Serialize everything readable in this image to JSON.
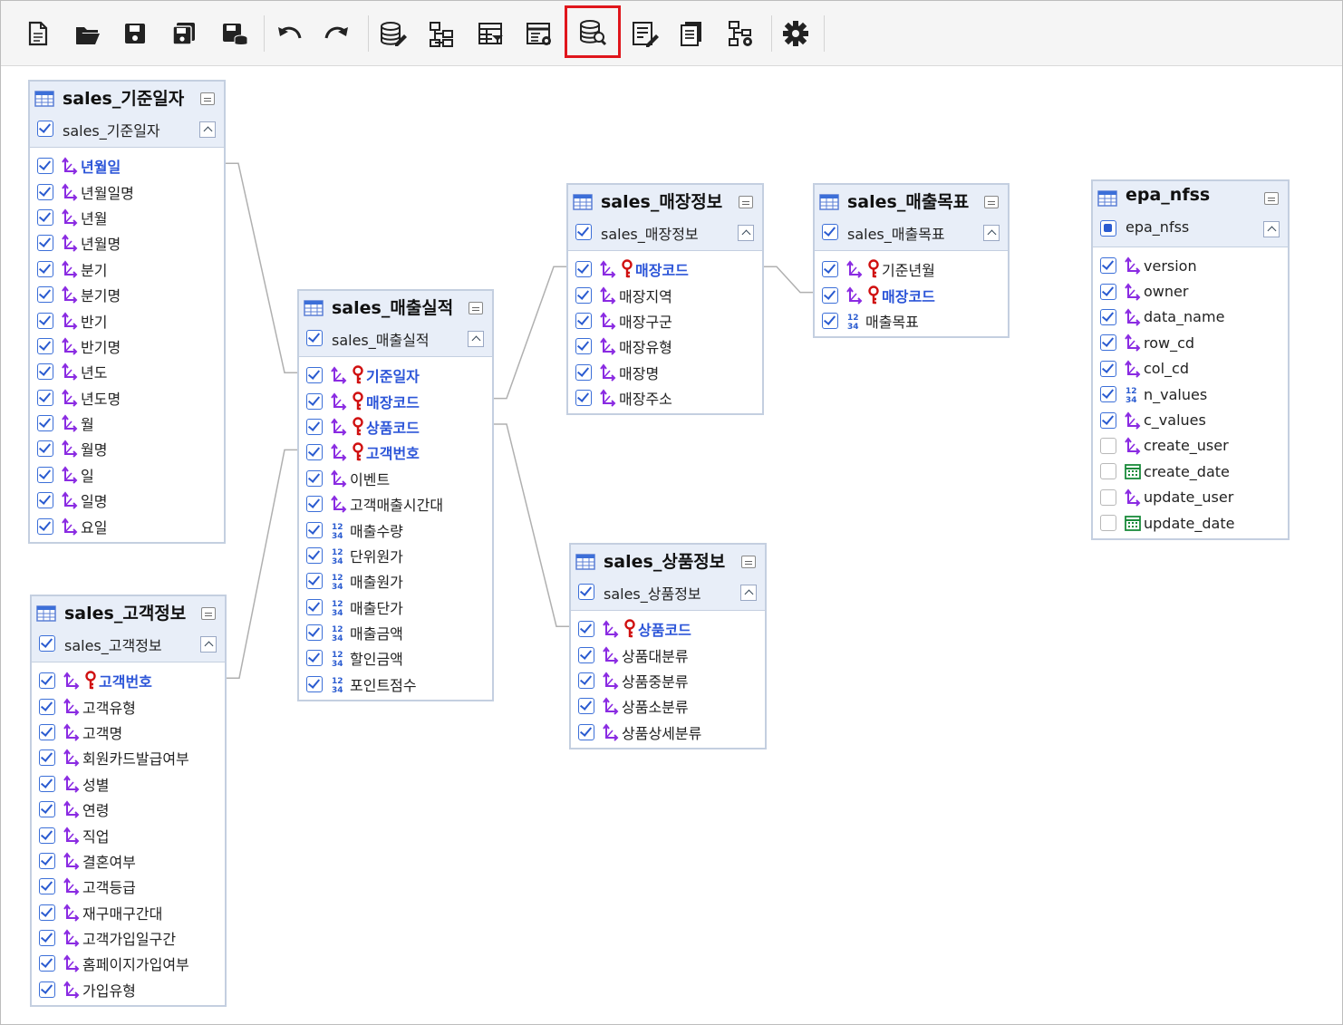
{
  "toolbar": {
    "buttons": [
      {
        "name": "new-document-icon"
      },
      {
        "name": "open-folder-icon"
      },
      {
        "name": "save-icon"
      },
      {
        "name": "save-all-icon"
      },
      {
        "name": "save-database-icon"
      },
      {
        "name": "undo-icon"
      },
      {
        "name": "redo-icon"
      },
      {
        "name": "database-edit-icon"
      },
      {
        "name": "hierarchy-icon"
      },
      {
        "name": "table-filter-icon"
      },
      {
        "name": "table-settings-icon"
      },
      {
        "name": "database-search-icon",
        "active": true
      },
      {
        "name": "sql-edit-icon"
      },
      {
        "name": "document-copy-icon"
      },
      {
        "name": "hierarchy-settings-icon"
      },
      {
        "name": "gear-icon"
      }
    ],
    "highlight_color": "#e0161c"
  },
  "tables": [
    {
      "id": "t1",
      "title": "sales_기준일자",
      "alias": "sales_기준일자",
      "alias_checked": true,
      "columns": [
        {
          "name": "년월일",
          "type": "dim",
          "pk": true,
          "key_icon": false,
          "checked": true
        },
        {
          "name": "년월일명",
          "type": "dim",
          "pk": false,
          "key_icon": false,
          "checked": true
        },
        {
          "name": "년월",
          "type": "dim",
          "pk": false,
          "key_icon": false,
          "checked": true
        },
        {
          "name": "년월명",
          "type": "dim",
          "pk": false,
          "key_icon": false,
          "checked": true
        },
        {
          "name": "분기",
          "type": "dim",
          "pk": false,
          "key_icon": false,
          "checked": true
        },
        {
          "name": "분기명",
          "type": "dim",
          "pk": false,
          "key_icon": false,
          "checked": true
        },
        {
          "name": "반기",
          "type": "dim",
          "pk": false,
          "key_icon": false,
          "checked": true
        },
        {
          "name": "반기명",
          "type": "dim",
          "pk": false,
          "key_icon": false,
          "checked": true
        },
        {
          "name": "년도",
          "type": "dim",
          "pk": false,
          "key_icon": false,
          "checked": true
        },
        {
          "name": "년도명",
          "type": "dim",
          "pk": false,
          "key_icon": false,
          "checked": true
        },
        {
          "name": "월",
          "type": "dim",
          "pk": false,
          "key_icon": false,
          "checked": true
        },
        {
          "name": "월명",
          "type": "dim",
          "pk": false,
          "key_icon": false,
          "checked": true
        },
        {
          "name": "일",
          "type": "dim",
          "pk": false,
          "key_icon": false,
          "checked": true
        },
        {
          "name": "일명",
          "type": "dim",
          "pk": false,
          "key_icon": false,
          "checked": true
        },
        {
          "name": "요일",
          "type": "dim",
          "pk": false,
          "key_icon": false,
          "checked": true
        }
      ]
    },
    {
      "id": "t2",
      "title": "sales_고객정보",
      "alias": "sales_고객정보",
      "alias_checked": true,
      "columns": [
        {
          "name": "고객번호",
          "type": "dim",
          "pk": true,
          "key_icon": true,
          "checked": true
        },
        {
          "name": "고객유형",
          "type": "dim",
          "pk": false,
          "key_icon": false,
          "checked": true
        },
        {
          "name": "고객명",
          "type": "dim",
          "pk": false,
          "key_icon": false,
          "checked": true
        },
        {
          "name": "회원카드발급여부",
          "type": "dim",
          "pk": false,
          "key_icon": false,
          "checked": true
        },
        {
          "name": "성별",
          "type": "dim",
          "pk": false,
          "key_icon": false,
          "checked": true
        },
        {
          "name": "연령",
          "type": "dim",
          "pk": false,
          "key_icon": false,
          "checked": true
        },
        {
          "name": "직업",
          "type": "dim",
          "pk": false,
          "key_icon": false,
          "checked": true
        },
        {
          "name": "결혼여부",
          "type": "dim",
          "pk": false,
          "key_icon": false,
          "checked": true
        },
        {
          "name": "고객등급",
          "type": "dim",
          "pk": false,
          "key_icon": false,
          "checked": true
        },
        {
          "name": "재구매구간대",
          "type": "dim",
          "pk": false,
          "key_icon": false,
          "checked": true
        },
        {
          "name": "고객가입일구간",
          "type": "dim",
          "pk": false,
          "key_icon": false,
          "checked": true
        },
        {
          "name": "홈페이지가입여부",
          "type": "dim",
          "pk": false,
          "key_icon": false,
          "checked": true
        },
        {
          "name": "가입유형",
          "type": "dim",
          "pk": false,
          "key_icon": false,
          "checked": true
        }
      ]
    },
    {
      "id": "t3",
      "title": "sales_매출실적",
      "alias": "sales_매출실적",
      "alias_checked": true,
      "columns": [
        {
          "name": "기준일자",
          "type": "dim",
          "pk": true,
          "key_icon": true,
          "checked": true
        },
        {
          "name": "매장코드",
          "type": "dim",
          "pk": true,
          "key_icon": true,
          "checked": true
        },
        {
          "name": "상품코드",
          "type": "dim",
          "pk": true,
          "key_icon": true,
          "checked": true
        },
        {
          "name": "고객번호",
          "type": "dim",
          "pk": true,
          "key_icon": true,
          "checked": true
        },
        {
          "name": "이벤트",
          "type": "dim",
          "pk": false,
          "key_icon": false,
          "checked": true
        },
        {
          "name": "고객매출시간대",
          "type": "dim",
          "pk": false,
          "key_icon": false,
          "checked": true
        },
        {
          "name": "매출수량",
          "type": "num",
          "pk": false,
          "key_icon": false,
          "checked": true
        },
        {
          "name": "단위원가",
          "type": "num",
          "pk": false,
          "key_icon": false,
          "checked": true
        },
        {
          "name": "매출원가",
          "type": "num",
          "pk": false,
          "key_icon": false,
          "checked": true
        },
        {
          "name": "매출단가",
          "type": "num",
          "pk": false,
          "key_icon": false,
          "checked": true
        },
        {
          "name": "매출금액",
          "type": "num",
          "pk": false,
          "key_icon": false,
          "checked": true
        },
        {
          "name": "할인금액",
          "type": "num",
          "pk": false,
          "key_icon": false,
          "checked": true
        },
        {
          "name": "포인트점수",
          "type": "num",
          "pk": false,
          "key_icon": false,
          "checked": true
        }
      ]
    },
    {
      "id": "t4",
      "title": "sales_매장정보",
      "alias": "sales_매장정보",
      "alias_checked": true,
      "columns": [
        {
          "name": "매장코드",
          "type": "dim",
          "pk": true,
          "key_icon": true,
          "checked": true
        },
        {
          "name": "매장지역",
          "type": "dim",
          "pk": false,
          "key_icon": false,
          "checked": true
        },
        {
          "name": "매장구군",
          "type": "dim",
          "pk": false,
          "key_icon": false,
          "checked": true
        },
        {
          "name": "매장유형",
          "type": "dim",
          "pk": false,
          "key_icon": false,
          "checked": true
        },
        {
          "name": "매장명",
          "type": "dim",
          "pk": false,
          "key_icon": false,
          "checked": true
        },
        {
          "name": "매장주소",
          "type": "dim",
          "pk": false,
          "key_icon": false,
          "checked": true
        }
      ]
    },
    {
      "id": "t5",
      "title": "sales_매출목표",
      "alias": "sales_매출목표",
      "alias_checked": true,
      "columns": [
        {
          "name": "기준년월",
          "type": "dim",
          "pk": false,
          "key_icon": true,
          "checked": true
        },
        {
          "name": "매장코드",
          "type": "dim",
          "pk": true,
          "key_icon": true,
          "checked": true
        },
        {
          "name": "매출목표",
          "type": "num",
          "pk": false,
          "key_icon": false,
          "checked": true
        }
      ]
    },
    {
      "id": "t6",
      "title": "sales_상품정보",
      "alias": "sales_상품정보",
      "alias_checked": true,
      "columns": [
        {
          "name": "상품코드",
          "type": "dim",
          "pk": true,
          "key_icon": true,
          "checked": true
        },
        {
          "name": "상품대분류",
          "type": "dim",
          "pk": false,
          "key_icon": false,
          "checked": true
        },
        {
          "name": "상품중분류",
          "type": "dim",
          "pk": false,
          "key_icon": false,
          "checked": true
        },
        {
          "name": "상품소분류",
          "type": "dim",
          "pk": false,
          "key_icon": false,
          "checked": true
        },
        {
          "name": "상품상세분류",
          "type": "dim",
          "pk": false,
          "key_icon": false,
          "checked": true
        }
      ]
    },
    {
      "id": "t7",
      "title": "epa_nfss",
      "alias": "epa_nfss",
      "alias_checked": "partial",
      "columns": [
        {
          "name": "version",
          "type": "dim",
          "pk": false,
          "key_icon": false,
          "checked": true
        },
        {
          "name": "owner",
          "type": "dim",
          "pk": false,
          "key_icon": false,
          "checked": true
        },
        {
          "name": "data_name",
          "type": "dim",
          "pk": false,
          "key_icon": false,
          "checked": true
        },
        {
          "name": "row_cd",
          "type": "dim",
          "pk": false,
          "key_icon": false,
          "checked": true
        },
        {
          "name": "col_cd",
          "type": "dim",
          "pk": false,
          "key_icon": false,
          "checked": true
        },
        {
          "name": "n_values",
          "type": "num",
          "pk": false,
          "key_icon": false,
          "checked": true
        },
        {
          "name": "c_values",
          "type": "dim",
          "pk": false,
          "key_icon": false,
          "checked": true
        },
        {
          "name": "create_user",
          "type": "dim",
          "pk": false,
          "key_icon": false,
          "checked": false
        },
        {
          "name": "create_date",
          "type": "date",
          "pk": false,
          "key_icon": false,
          "checked": false
        },
        {
          "name": "update_user",
          "type": "dim",
          "pk": false,
          "key_icon": false,
          "checked": false
        },
        {
          "name": "update_date",
          "type": "date",
          "pk": false,
          "key_icon": false,
          "checked": false
        }
      ]
    }
  ],
  "colors": {
    "pk_text": "#2c55d8",
    "dim_icon": "#8a2be2",
    "key_icon": "#d01010",
    "num_icon": "#2a5bd0",
    "date_icon": "#1a8a3a",
    "link": "#b0b0b0",
    "checkbox": "#3c6fd8"
  }
}
